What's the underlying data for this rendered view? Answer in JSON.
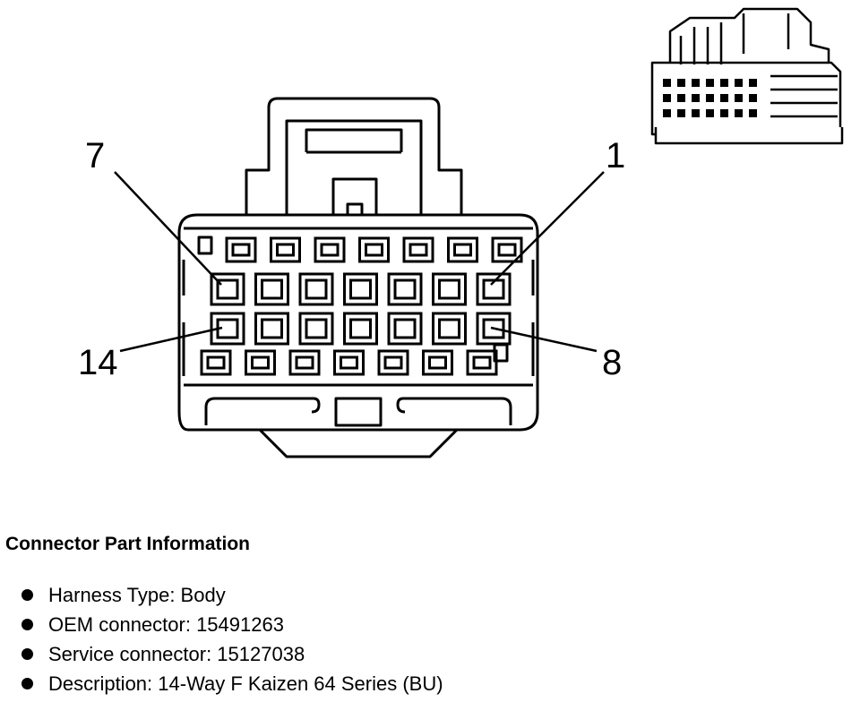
{
  "diagram": {
    "pin_labels": {
      "pin1": "1",
      "pin7": "7",
      "pin8": "8",
      "pin14": "14"
    }
  },
  "info": {
    "title": "Connector Part Information",
    "items": [
      "Harness Type: Body",
      "OEM connector: 15491263",
      "Service connector: 15127038",
      "Description: 14-Way F Kaizen 64 Series (BU)"
    ]
  }
}
